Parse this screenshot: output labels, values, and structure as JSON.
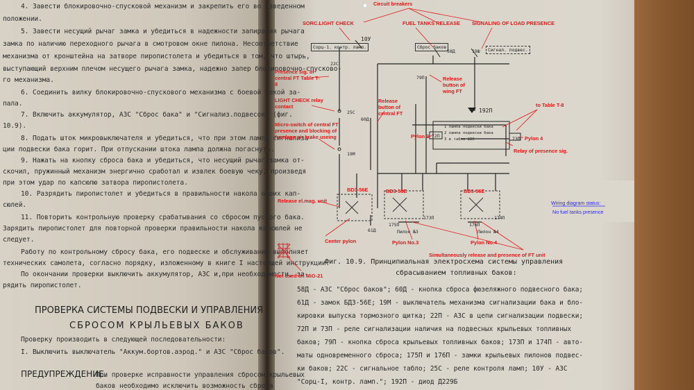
{
  "left_page": {
    "lines": [
      "4. Завести блокировочно-спусковой механизм и закрепить его во взведенном",
      "положении.",
      "5. Завести несущий рычаг замка и убедиться в надежности запирания рычага",
      "замка по наличию переходного рычага в смотровом окне пилона. Несоответствие",
      "механизма от кронштейна на затворе пиропистолета и убедиться в том, что штырь,",
      "выступающий верхним плечом несущего рычага замка, надежно запер блокировочно-спусково-",
      "го механизма.",
      "6. Соединить вилку блокировочно-спускового механизма с боевой чекой за-",
      "пала.",
      "7. Включить аккумулятор, АЗС \"Сброс бака\" и \"Сигнализ.подвесок\" (фиг.",
      "10.9).",
      "8. Подать шток микровыключателя и убедиться, что при этом лампа сигнализа-",
      "ции подвески бака горит. При отпускании штока лампа должна погаснуть.",
      "9. Нажать на кнопку сброса бака и убедиться, что несущий рычаг замка от-",
      "скочил, пружинный механизм энергично сработал и извлек боевую чеку, произведя",
      "при этом удар по капсюлю затвора пиропистолета.",
      "10. Разрядить пиропистолет и убедиться в правильности накола обоих кап-",
      "сюлей.",
      "11. Повторить контрольную проверку срабатывания со сбросом пустого бака.",
      "Зарядить пиропистолет для повторной проверки правильности накола капсюлей не",
      "следует.",
      "Работу по контрольному сбросу бака, его подвеске и обслуживанию выполняет",
      "технических самолета, согласно порядку, изложенному в книге I настоящей инструкции.",
      "По окончании проверки выключить аккумулятор, АЗС и,при необходимости, за-",
      "рядить пиропистолет."
    ],
    "heading_line1": "ПРОВЕРКА СИСТЕМЫ ПОДВЕСКИ И УПРАВЛЕНИЯ",
    "heading_line2": "СБРОСОМ КРЫЛЬЕВЫХ БАКОВ",
    "para1": "Проверку производить в следующей последовательности:",
    "para2": "I. Выключить выключатель \"Аккум.бортов.аэрод.\" и АЗС \"Сброс баков\".",
    "warning_word": "ПРЕДУПРЕЖДЕНИЕ.",
    "warning_text": "При проверке исправности управления сбросом крыльевых",
    "warning_text2": "баков необходимо исключить возможность сброса"
  },
  "annotations": {
    "circuit_breakers": "Circuit breakers",
    "sorc_light_check": "SORC.LIGHT CHECK",
    "fuel_tanks_release": "FUEL TANKS RELEASE",
    "signaling_load": "SIGNALING OF LOAD PRESENCE",
    "presence_central_ft": "Presence sig. of central FT Table T-8",
    "release_button_wing": "Release button of wing FT",
    "light_check_relay": "LIGHT CHECK relay contact",
    "release_button_central": "Release button of central FT",
    "to_table_t8": "to Table T-8",
    "micro_switch": "Micro-switch of central FT presence and blocking of fuselage air brake useing",
    "pylon3": "Pylon 3",
    "pylon4": "Pylon 4",
    "relay_presence": "Relay of presence sig.",
    "release_el_mag": "Release el.mag. unit",
    "center_pylon": "Center pylon",
    "pylon_no3": "Pylon No.3",
    "pylon_no4": "Pylon No.4",
    "simultaneously": "Simultaneously release and presence of FT unit",
    "not_used": "Not used on MiG-21",
    "wiring_status": "Wiring diagram status:",
    "no_fuel_tanks": "No fuel tanks presence",
    "bd3_1": "BD3-56E",
    "bd3_2": "BD3-56E",
    "bd3_3": "BD3-56E"
  },
  "diagram_labels": {
    "sorc_box": "Сорц-1. контр. ламп.",
    "sbros_box": "Сброс баков",
    "signal_box": "Сигнал. подвес.",
    "l10u": "10У",
    "l58d": "58Д",
    "l19sh": "19Ш",
    "l22s": "22С",
    "l25s": "25С",
    "l60d": "60Д",
    "l19m": "19М",
    "l79p": "79П",
    "l192p": "192П",
    "l72p": "72П",
    "l73p": "73П",
    "l61d": "61Д",
    "l173p": "173П",
    "l174p": "174П",
    "l175p": "175П",
    "l176p": "176П",
    "pylon_n3": "Пилон №3",
    "pylon_n4": "Пилон №4",
    "table_rows": [
      "1 лампа подвески бака",
      "2 лампа подвески бака",
      "3 в табло 22С"
    ]
  },
  "right_page": {
    "caption_line1": "Фиг. 10.9.   Принципиальная электросхема системы управления",
    "caption_line2": "сбрасыванием топливных баков:",
    "legend_lines": [
      "58Д - АЗС \"Сброс баков\";  60Д - кнопка сброса фюзеляжного подвесного бака;",
      "61Д - замок БДЗ-56Е;  19М - выключатель механизма сигнализации бака и бло-",
      "кировки выпуска тормозного щитка;    22П - АЗС в цепи сигнализации подвески;",
      "72П и 73П - реле сигнализации наличия на подвесных крыльевых топливных",
      "баков;  79П - кнопка сброса крыльевых топливных баков;  173П и 174П - авто-",
      "маты одновременного сброса;  175П и 176П - замки крыльевых пилонов подвес-",
      "ки баков;  22С - сигнальное табло;  25С - реле контроля ламп;  10У - АЗС",
      "\"Сорц-I, контр. ламп.\";  192П - диод Д229Б"
    ]
  },
  "colors": {
    "annotation_red": "#e01818",
    "annotation_blue": "#2a2af0",
    "paper": "#dcd7cd"
  }
}
